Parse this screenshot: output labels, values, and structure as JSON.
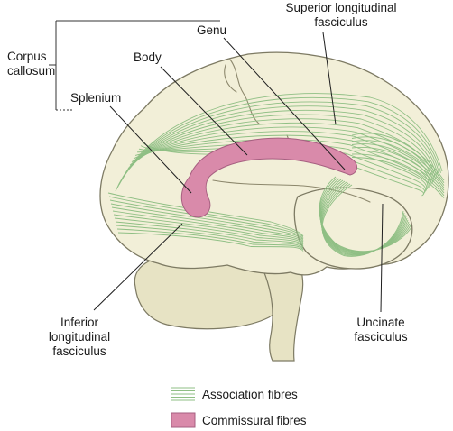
{
  "labels": {
    "corpus_callosum": [
      "Corpus",
      "callosum"
    ],
    "genu": "Genu",
    "body": "Body",
    "splenium": "Splenium",
    "superior_longitudinal_fasciculus": [
      "Superior longitudinal",
      "fasciculus"
    ],
    "inferior_longitudinal_fasciculus": [
      "Inferior",
      "longitudinal",
      "fasciculus"
    ],
    "uncinate_fasciculus": [
      "Uncinate",
      "fasciculus"
    ]
  },
  "legend": {
    "association": {
      "label": "Association fibres",
      "color": "#8fbf84"
    },
    "commissural": {
      "label": "Commissural fibres",
      "color": "#d98aaa"
    }
  },
  "colors": {
    "brain_fill": "#f2efd8",
    "outline": "#7d7a63",
    "association_fibres": "#8fbf84",
    "commissural_fibres": "#d98aaa"
  }
}
